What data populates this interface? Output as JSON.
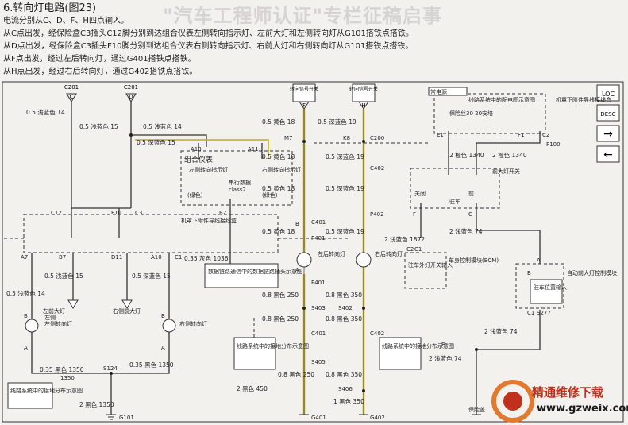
{
  "header": {
    "title": "6.转向灯电路(图23)",
    "lines": [
      "电流分别从C、D、F、H四点输入。",
      "从C点出发，经保险盒C3插头C12脚分别到达组合仪表左侧转向指示灯、左前大灯和左侧转向灯从G101搭铁点搭铁。",
      "从D点出发，经保险盒C3插头F10脚分别到达组合仪表右侧转向指示灯、右前大灯和右侧转向灯从G101搭铁点搭铁。",
      "从F点出发，经过左后转向灯，通过G401搭铁点搭铁。",
      "从H点出发，经过右后转向灯，通过G402搭铁点搭铁。"
    ]
  },
  "watermark": "\"汽车工程师认证\"专栏征稿启事",
  "logo": {
    "title": "精通维修下载",
    "url": "www.gzweix.com",
    "colors": {
      "primary": "#c0301c",
      "ring": "#e07a30"
    }
  },
  "side_icons": [
    {
      "label": "LOC",
      "icon": "loc-icon"
    },
    {
      "label": "DESC",
      "icon": "desc-icon"
    },
    {
      "label": "→",
      "icon": "arrow-right-icon"
    },
    {
      "label": "←",
      "icon": "arrow-left-icon"
    }
  ],
  "diagram": {
    "top_inputs": [
      {
        "id": "C",
        "label": "C201"
      },
      {
        "id": "D",
        "label": "C201"
      },
      {
        "id": "F",
        "label": "转向信号开关"
      },
      {
        "id": "H",
        "label": "转向信号开关"
      }
    ],
    "box_labels": {
      "combo": "组合仪表",
      "left_ind": "左侧转向指示灯",
      "right_ind": "右侧转向指示灯",
      "serial": "串行数据",
      "class2": "class2",
      "green_l": "(绿色)",
      "green_r": "(绿色)",
      "hood_l": "机罩下附件导线接线盒",
      "hood_r": "机罩下附件导线接线盒",
      "fuse_sys": "线路系统中的配电图示意图",
      "fuse30": "保险丝30 20安培",
      "hot": "常电源",
      "headlamp_sw": "前大灯开关",
      "off": "关闭",
      "on": "前",
      "park": "驻车",
      "bcm": "车身控制模块(BCM)",
      "bcm_in": "驻车外灯开关输入",
      "auto": "自动前大灯控制模块",
      "park_in": "驻车位置输入",
      "data_link": "数据链路通信中的数据链路插头示意图",
      "sys1": "线路系统中的接地分布示意图",
      "sys2": "线路系统中的接地分布示意图",
      "sys3": "线路系统中的接地分布示意图",
      "lf_lamp": "左前大灯",
      "rf_lamp": "右侧前大灯",
      "l_side": "左侧转向灯",
      "r_side": "右侧转向灯",
      "lr_lamp": "左后转向灯",
      "rr_lamp": "右后转向灯",
      "ground_pt": "保险盖",
      "side_label": "左侧"
    },
    "wire_labels": [
      "0.5 浅蓝色 14",
      "0.5 浅蓝色 15",
      "0.5 浅蓝色 14",
      "0.5 深蓝色 15",
      "0.5 黄色 18",
      "0.5 深蓝色 19",
      "0.5 黄色 18",
      "0.5 深蓝色 19",
      "0.5 黄色 18",
      "0.5 深蓝色 19",
      "0.5 黄色 18",
      "0.5 深蓝色 19",
      "0.5 浅蓝色 15",
      "0.5 深蓝色 15",
      "0.5 浅蓝色 14",
      "0.35 灰色 1036",
      "0.8 黑色 250",
      "0.8 黑色 350",
      "0.8 黑色 250",
      "0.8 黑色 350",
      "0.8 黑色 250",
      "0.8 黑色 350",
      "2 黑色 450",
      "1 黑色 350",
      "2 黑色 1350",
      "0.35 黑色 1350",
      "0.35 黑色 1350",
      "2 橙色 1340",
      "2 橙色 1340",
      "2 浅蓝色 1872",
      "2 浅蓝色 74",
      "2 浅蓝色 74",
      "2 浅蓝色 74"
    ],
    "connectors": [
      "A10",
      "A11",
      "B2",
      "C12",
      "F10",
      "C3",
      "A7",
      "B7",
      "D11",
      "A10",
      "C1",
      "M7",
      "K8",
      "C200",
      "C402",
      "P402",
      "B",
      "C401",
      "P401",
      "A",
      "P401",
      "S403",
      "S402",
      "C401",
      "C402",
      "S405",
      "S406",
      "G401",
      "G402",
      "G101",
      "S124",
      "E1",
      "F1",
      "C2",
      "P100",
      "E",
      "F",
      "C",
      "C2",
      "C1",
      "A",
      "B",
      "H",
      "C1",
      "S277",
      "E",
      "F",
      "A",
      "B",
      "A",
      "B",
      "A",
      "B",
      "1350"
    ]
  }
}
